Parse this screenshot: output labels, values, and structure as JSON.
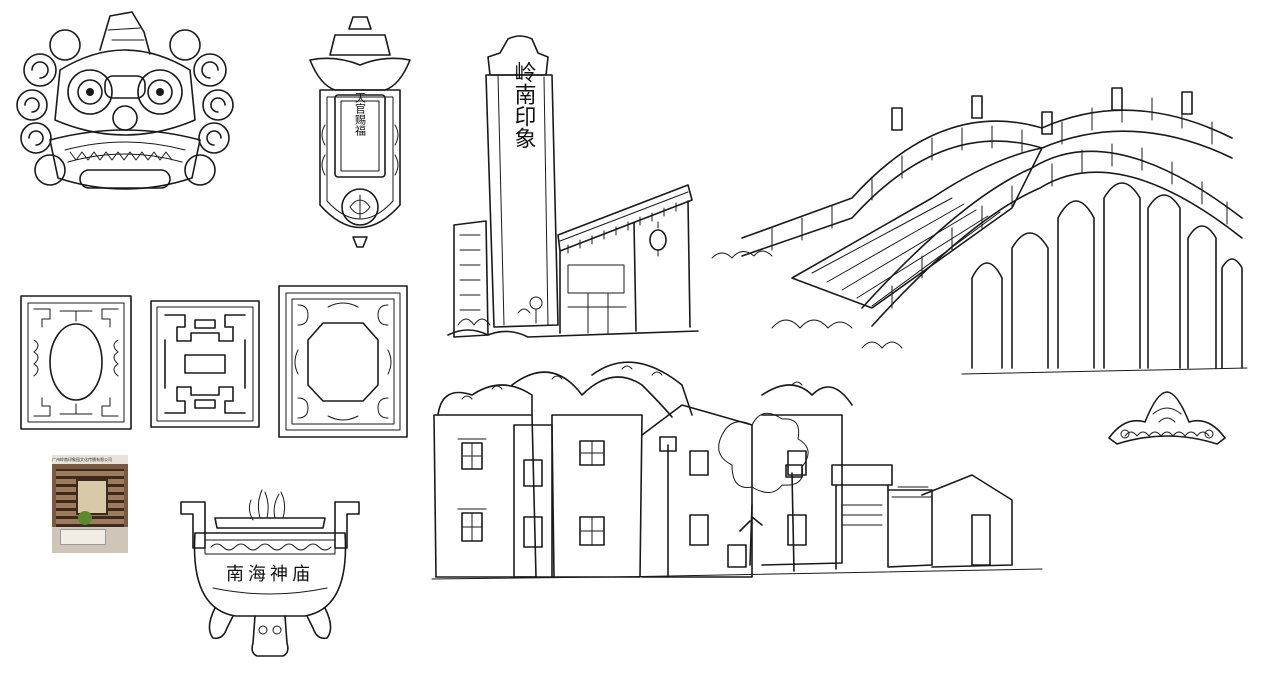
{
  "plaque": {
    "inscription": "天官赐福"
  },
  "tower": {
    "inscription": "岭南印象"
  },
  "censer": {
    "inscription": "南海神庙"
  },
  "photo": {
    "header_text": "广州岭南印象园文化传播有限公司"
  },
  "colors": {
    "ink": "#1a1a1a",
    "background": "#ffffff"
  },
  "icons": [
    "lion-head-icon",
    "plaque-ornament-icon",
    "lattice-window-icon",
    "tower-gate-icon",
    "arch-bridge-icon",
    "village-street-icon",
    "roof-ridge-icon",
    "incense-burner-icon"
  ]
}
